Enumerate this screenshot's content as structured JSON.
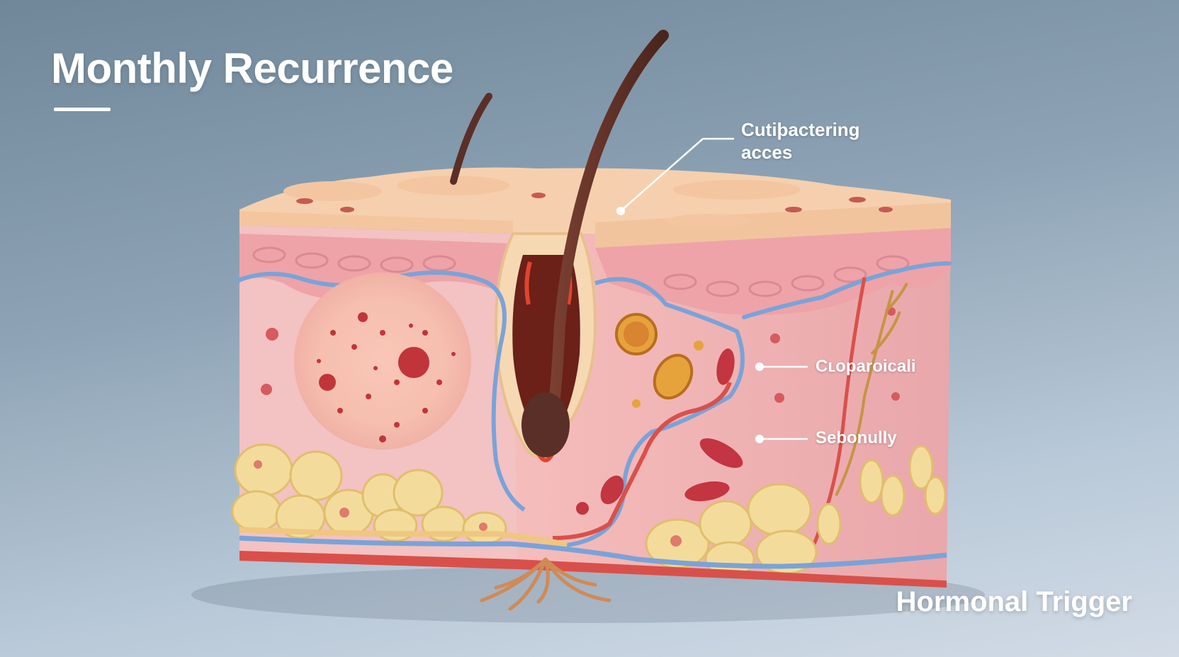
{
  "title": "Monthly Recurrence",
  "caption": "Hormonal Trigger",
  "labels": {
    "top_line1": "Cutiþactering",
    "top_line2": "acces",
    "middle1": "Cʟoparoicali",
    "middle2": "Sebonully"
  },
  "colors": {
    "background_top": "#6f8799",
    "background_bottom": "#d2dbe6",
    "text": "#ffffff",
    "epidermis": "#f4c9a8",
    "dermis": "#f2b9b8",
    "fat_cells": "#f3dc9b",
    "hair": "#5a2f27",
    "blood_vessel": "#d9504a",
    "lymph_vessel": "#7aa3d8"
  }
}
